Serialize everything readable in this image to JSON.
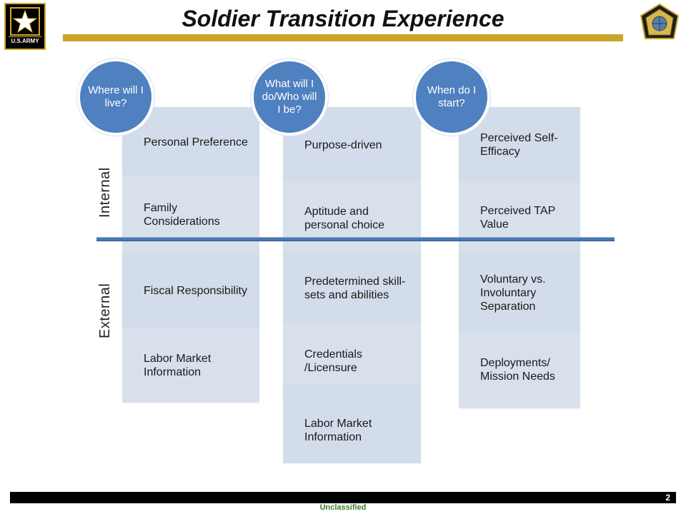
{
  "header": {
    "title": "Soldier Transition Experience",
    "army_logo_text": "U.S.ARMY",
    "accent_color": "#c9a62a"
  },
  "side_labels": {
    "internal": "Internal",
    "external": "External"
  },
  "columns": [
    {
      "question": "Where will I live?",
      "items": [
        "Personal Preference",
        "Family Considerations",
        "Fiscal Responsibility",
        "Labor Market Information"
      ]
    },
    {
      "question": "What will I do/Who will I be?",
      "items": [
        "Purpose-driven",
        "Aptitude and personal choice",
        "Predetermined skill-sets and abilities",
        "Credentials /Licensure",
        "Labor Market Information"
      ]
    },
    {
      "question": "When do I start?",
      "items": [
        "Perceived Self-Efficacy",
        "Perceived TAP Value",
        "Voluntary vs. Involuntary Separation",
        "Deployments/ Mission Needs"
      ]
    }
  ],
  "colors": {
    "circle": "#4f80bf",
    "box": "#d3dcea",
    "divider": "#4a76b0"
  },
  "footer": {
    "page_number": "2",
    "classification": "Unclassified"
  }
}
